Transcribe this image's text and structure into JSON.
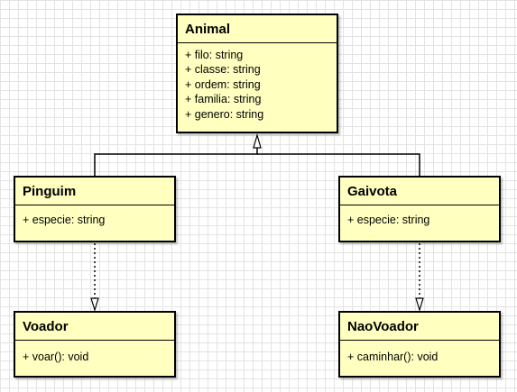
{
  "classes": {
    "animal": {
      "name": "Animal",
      "attributes": [
        "+ filo: string",
        "+ classe: string",
        "+ ordem: string",
        "+ familia: string",
        "+ genero: string"
      ]
    },
    "pinguim": {
      "name": "Pinguim",
      "attributes": [
        "+ especie: string"
      ]
    },
    "gaivota": {
      "name": "Gaivota",
      "attributes": [
        "+ especie: string"
      ]
    },
    "voador": {
      "name": "Voador",
      "attributes": [
        "+ voar(): void"
      ]
    },
    "naovoador": {
      "name": "NaoVoador",
      "attributes": [
        "+ caminhar(): void"
      ]
    }
  },
  "relations": [
    {
      "from": "Pinguim",
      "to": "Animal",
      "kind": "generalization"
    },
    {
      "from": "Gaivota",
      "to": "Animal",
      "kind": "generalization"
    },
    {
      "from": "Pinguim",
      "to": "Voador",
      "kind": "realization"
    },
    {
      "from": "Gaivota",
      "to": "NaoVoador",
      "kind": "realization"
    }
  ],
  "colors": {
    "class_fill": "#ffffc0",
    "stroke": "#000000",
    "grid": "#e3e3e3"
  }
}
